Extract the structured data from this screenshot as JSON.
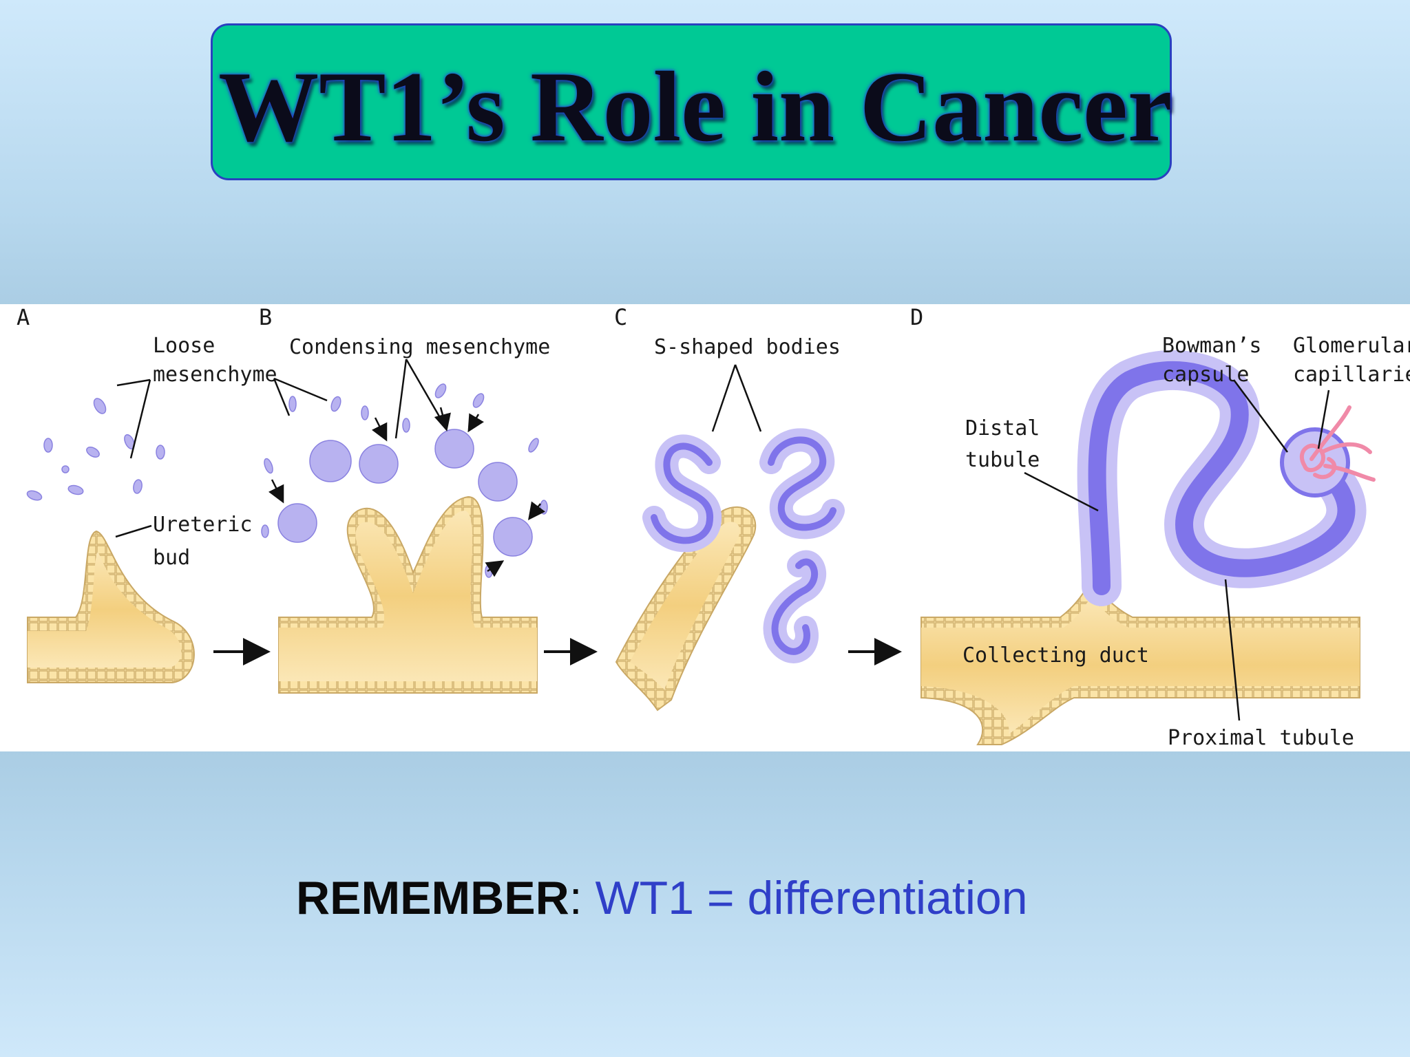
{
  "title": "WT1’s Role in Cancer",
  "figure": {
    "panels": [
      "A",
      "B",
      "C",
      "D"
    ],
    "labels": {
      "loose_1": "Loose",
      "loose_2": "mesenchyme",
      "condensing": "Condensing mesenchyme",
      "ureteric_1": "Ureteric",
      "ureteric_2": "bud",
      "s_shaped": "S-shaped bodies",
      "bowman_1": "Bowman’s",
      "bowman_2": "capsule",
      "glom_1": "Glomerular",
      "glom_2": "capillaries",
      "distal_1": "Distal",
      "distal_2": "tubule",
      "collecting": "Collecting duct",
      "proximal": "Proximal tubule"
    }
  },
  "remember": {
    "keyword": "REMEMBER",
    "colon": ":",
    "text": " WT1 = differentiation"
  },
  "colors": {
    "title_box": "#00c995",
    "title_border": "#2a40c0",
    "duct_fill": "#f7dc9a",
    "mesenchyme": "#b8b2f0",
    "nephron": "#7f74ea",
    "capillaries": "#f08aa8",
    "remember_text": "#2f3fc8"
  }
}
